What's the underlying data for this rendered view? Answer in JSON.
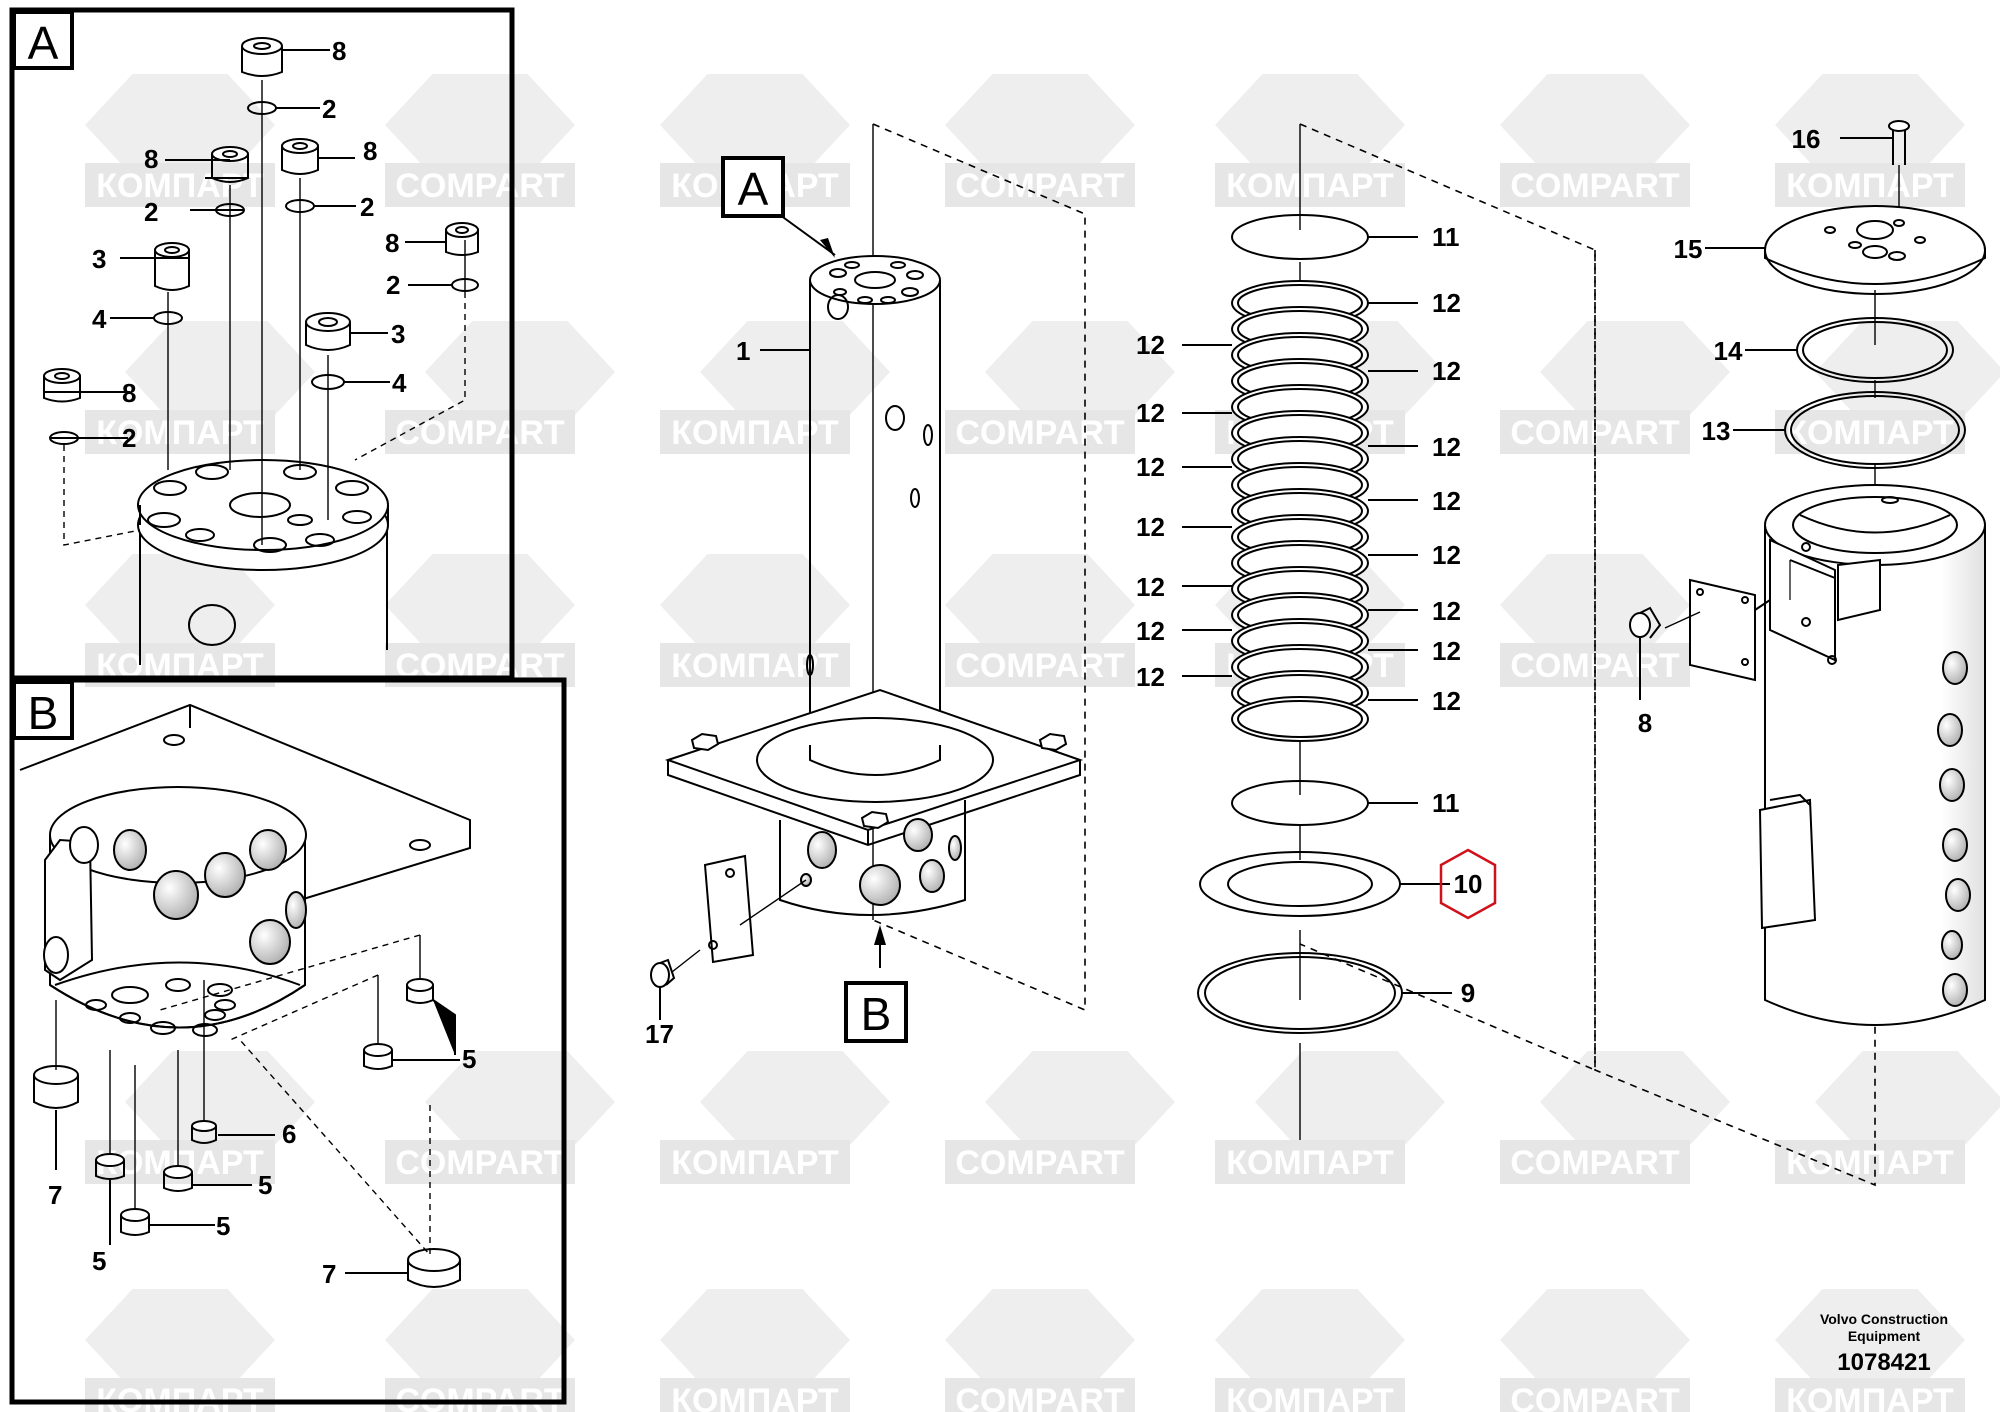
{
  "watermarks": {
    "latin": "COMPART",
    "cyrillic": "КОМПАРТ"
  },
  "detail_labels": {
    "a": "A",
    "b": "B"
  },
  "callouts": {
    "c1": "1",
    "c2": "2",
    "c3": "3",
    "c4": "4",
    "c5": "5",
    "c6": "6",
    "c7": "7",
    "c8": "8",
    "c9": "9",
    "c10": "10",
    "c11": "11",
    "c12": "12",
    "c13": "13",
    "c14": "14",
    "c15": "15",
    "c16": "16",
    "c17": "17"
  },
  "footer": {
    "brand_line1": "Volvo Construction",
    "brand_line2": "Equipment",
    "drawing_number": "1078421"
  },
  "colors": {
    "line": "#000000",
    "watermark": "#e3e3e3",
    "highlight": "#d0101a",
    "background": "#ffffff"
  }
}
